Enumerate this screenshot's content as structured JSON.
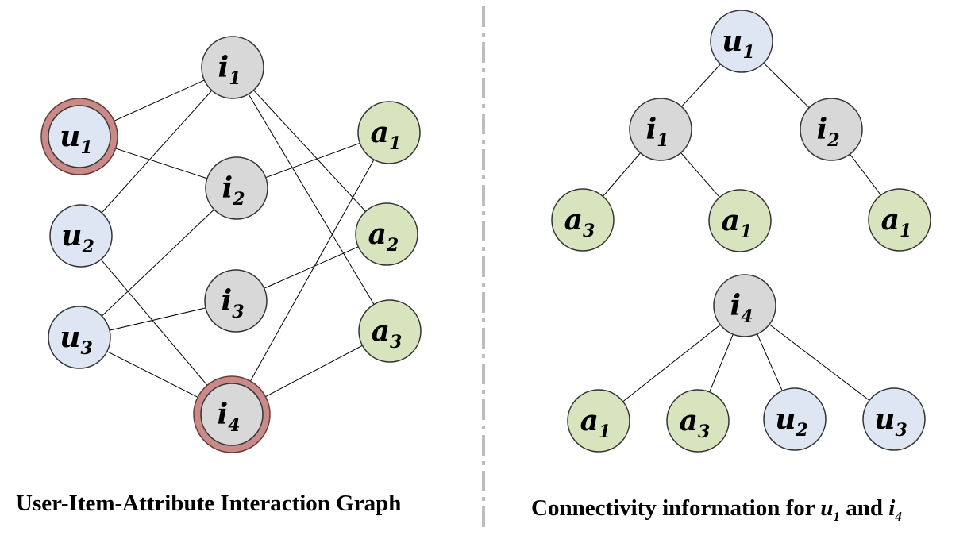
{
  "colors": {
    "user_fill": "#dde6f2",
    "item_fill": "#d8d8d8",
    "attribute_fill": "#d7e4bd",
    "highlight_ring": "#c98b88",
    "stroke": "#333333",
    "divider": "#bdbdbd"
  },
  "left_graph": {
    "caption": "User-Item-Attribute Interaction Graph",
    "nodes": [
      {
        "id": "u1",
        "base": "u",
        "sub": "1",
        "type": "user",
        "highlight": true
      },
      {
        "id": "u2",
        "base": "u",
        "sub": "2",
        "type": "user"
      },
      {
        "id": "u3",
        "base": "u",
        "sub": "3",
        "type": "user"
      },
      {
        "id": "i1",
        "base": "i",
        "sub": "1",
        "type": "item"
      },
      {
        "id": "i2",
        "base": "i",
        "sub": "2",
        "type": "item"
      },
      {
        "id": "i3",
        "base": "i",
        "sub": "3",
        "type": "item"
      },
      {
        "id": "i4",
        "base": "i",
        "sub": "4",
        "type": "item",
        "highlight": true
      },
      {
        "id": "a1",
        "base": "a",
        "sub": "1",
        "type": "attribute"
      },
      {
        "id": "a2",
        "base": "a",
        "sub": "2",
        "type": "attribute"
      },
      {
        "id": "a3",
        "base": "a",
        "sub": "3",
        "type": "attribute"
      }
    ],
    "edges": [
      [
        "u1",
        "i1"
      ],
      [
        "u1",
        "i2"
      ],
      [
        "u2",
        "i1"
      ],
      [
        "u2",
        "i4"
      ],
      [
        "u3",
        "i2"
      ],
      [
        "u3",
        "i3"
      ],
      [
        "u3",
        "i4"
      ],
      [
        "i1",
        "a2"
      ],
      [
        "i1",
        "a3"
      ],
      [
        "i2",
        "a1"
      ],
      [
        "i3",
        "a2"
      ],
      [
        "i4",
        "a1"
      ],
      [
        "i4",
        "a3"
      ]
    ]
  },
  "right_trees": {
    "caption": {
      "prefix": "Connectivity information for ",
      "node1_base": "u",
      "node1_sub": "1",
      "middle": " and ",
      "node2_base": "i",
      "node2_sub": "4"
    },
    "nodes": [
      {
        "id": "t_u1",
        "base": "u",
        "sub": "1",
        "type": "user"
      },
      {
        "id": "t_i1",
        "base": "i",
        "sub": "1",
        "type": "item"
      },
      {
        "id": "t_i2",
        "base": "i",
        "sub": "2",
        "type": "item"
      },
      {
        "id": "t_a3",
        "base": "a",
        "sub": "3",
        "type": "attribute"
      },
      {
        "id": "t_a1",
        "base": "a",
        "sub": "1",
        "type": "attribute"
      },
      {
        "id": "t_a1b",
        "base": "a",
        "sub": "1",
        "type": "attribute"
      },
      {
        "id": "t_i4",
        "base": "i",
        "sub": "4",
        "type": "item"
      },
      {
        "id": "t_a1c",
        "base": "a",
        "sub": "1",
        "type": "attribute"
      },
      {
        "id": "t_a3b",
        "base": "a",
        "sub": "3",
        "type": "attribute"
      },
      {
        "id": "t_u2",
        "base": "u",
        "sub": "2",
        "type": "user"
      },
      {
        "id": "t_u3",
        "base": "u",
        "sub": "3",
        "type": "user"
      }
    ],
    "edges": [
      [
        "t_u1",
        "t_i1"
      ],
      [
        "t_u1",
        "t_i2"
      ],
      [
        "t_i1",
        "t_a3"
      ],
      [
        "t_i1",
        "t_a1"
      ],
      [
        "t_i2",
        "t_a1b"
      ],
      [
        "t_i4",
        "t_a1c"
      ],
      [
        "t_i4",
        "t_a3b"
      ],
      [
        "t_i4",
        "t_u2"
      ],
      [
        "t_i4",
        "t_u3"
      ]
    ]
  }
}
